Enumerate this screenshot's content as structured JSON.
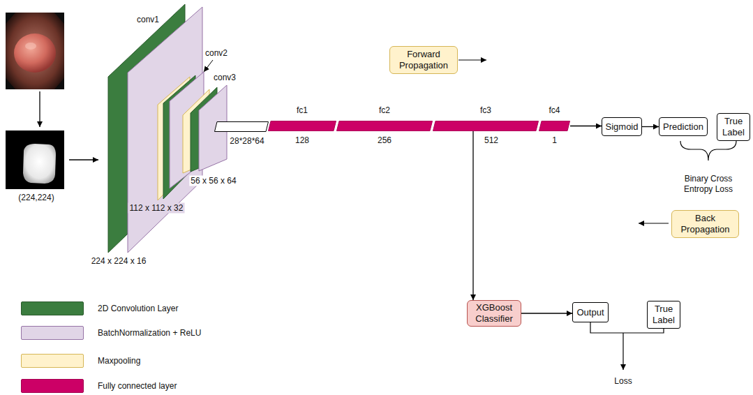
{
  "diagram": {
    "nodes": [
      {
        "text": [
          "Forward Propagation"
        ]
      },
      {
        "text": [
          "28*28*64"
        ]
      },
      {
        "text": [
          "fc1",
          "128"
        ]
      },
      {
        "text": [
          "fc2",
          "256"
        ]
      },
      {
        "text": [
          "fc3",
          "512"
        ]
      },
      {
        "text": [
          "fc4",
          "1"
        ]
      },
      {
        "text": [
          "Sigmoid"
        ]
      },
      {
        "text": [
          "Prediction"
        ]
      },
      {
        "text": [
          "True Label"
        ]
      },
      {
        "text": [
          "Back Propagation"
        ]
      },
      {
        "text": [
          "XGBoost Classifier"
        ]
      },
      {
        "text": [
          "Output"
        ]
      },
      {
        "text": [
          "True Label"
        ]
      }
    ],
    "edges": [
      {
        "from": 5,
        "to": 6,
        "arrow": "to"
      },
      {
        "from": 6,
        "to": 7,
        "arrow": "to"
      },
      {
        "from": 4,
        "to": 10,
        "arrow": "to"
      },
      {
        "from": 10,
        "to": 11,
        "arrow": "to"
      }
    ],
    "labels": [
      "conv1",
      "conv2",
      "conv3",
      "224 x 224 x 16",
      "112 x 112 x 32",
      "56 x 56 x 64",
      "(224,224)",
      "Binary Cross Entropy Loss",
      "Loss"
    ],
    "legend": [
      {
        "text": "2D Convolution Layer",
        "color": "#3b7d3f"
      },
      {
        "text": "BatchNormalization + ReLU",
        "color": "#e1d5e7"
      },
      {
        "text": "Maxpooling",
        "color": "#fff2cc"
      },
      {
        "text": "Fully connected layer",
        "color": "#cc0066"
      }
    ]
  }
}
